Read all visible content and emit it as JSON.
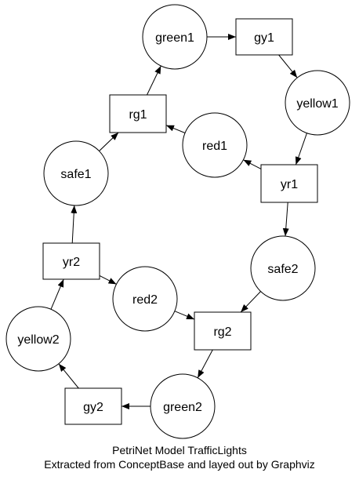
{
  "colors": {
    "stroke": "#000000",
    "fill": "#ffffff",
    "text": "#000000"
  },
  "places": [
    {
      "id": "green1",
      "label": "green1"
    },
    {
      "id": "yellow1",
      "label": "yellow1"
    },
    {
      "id": "red1",
      "label": "red1"
    },
    {
      "id": "safe1",
      "label": "safe1"
    },
    {
      "id": "safe2",
      "label": "safe2"
    },
    {
      "id": "red2",
      "label": "red2"
    },
    {
      "id": "yellow2",
      "label": "yellow2"
    },
    {
      "id": "green2",
      "label": "green2"
    }
  ],
  "transitions": [
    {
      "id": "gy1",
      "label": "gy1"
    },
    {
      "id": "rg1",
      "label": "rg1"
    },
    {
      "id": "yr1",
      "label": "yr1"
    },
    {
      "id": "yr2",
      "label": "yr2"
    },
    {
      "id": "rg2",
      "label": "rg2"
    },
    {
      "id": "gy2",
      "label": "gy2"
    }
  ],
  "edges": [
    {
      "from": "green1",
      "to": "gy1"
    },
    {
      "from": "gy1",
      "to": "yellow1"
    },
    {
      "from": "yellow1",
      "to": "yr1"
    },
    {
      "from": "yr1",
      "to": "red1"
    },
    {
      "from": "red1",
      "to": "rg1"
    },
    {
      "from": "rg1",
      "to": "green1"
    },
    {
      "from": "yr1",
      "to": "safe2"
    },
    {
      "from": "safe1",
      "to": "rg1"
    },
    {
      "from": "yr2",
      "to": "safe1"
    },
    {
      "from": "yr2",
      "to": "red2"
    },
    {
      "from": "red2",
      "to": "rg2"
    },
    {
      "from": "safe2",
      "to": "rg2"
    },
    {
      "from": "rg2",
      "to": "green2"
    },
    {
      "from": "green2",
      "to": "gy2"
    },
    {
      "from": "gy2",
      "to": "yellow2"
    },
    {
      "from": "yellow2",
      "to": "yr2"
    }
  ],
  "caption": {
    "line1": "PetriNet Model TrafficLights",
    "line2": "Extracted from ConceptBase and layed out by Graphviz"
  }
}
